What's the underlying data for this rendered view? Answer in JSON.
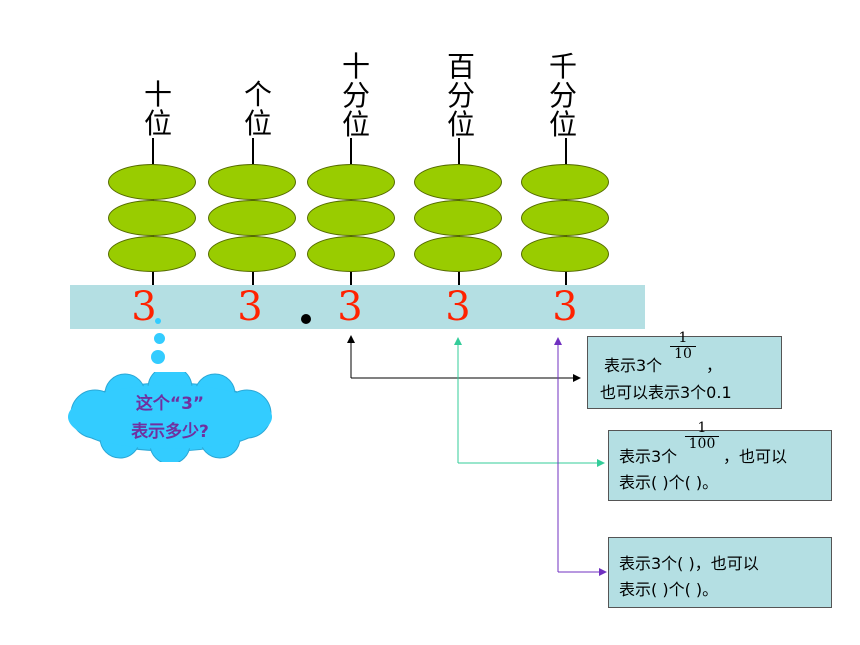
{
  "place_labels": [
    {
      "id": "tens",
      "text": "十\n位"
    },
    {
      "id": "ones",
      "text": "个\n位"
    },
    {
      "id": "tenths",
      "text": "十\n分\n位"
    },
    {
      "id": "hundredths",
      "text": "百\n分\n位"
    },
    {
      "id": "thousandths",
      "text": "千\n分\n位"
    }
  ],
  "digits": [
    "3",
    "3",
    "3",
    "3",
    "3"
  ],
  "cloud": {
    "line1": "这个“3”",
    "line2": "表示多少?"
  },
  "box1": {
    "line1_prefix": "表示3个",
    "fraction_num": "1",
    "fraction_den": "10",
    "line1_suffix": "，",
    "line2": "也可以表示3个0.1"
  },
  "box2": {
    "line1_prefix": "表示3个",
    "fraction_num": "1",
    "fraction_den": "100",
    "line1_suffix": "，也可以",
    "line2": "表示(    )个(     )。"
  },
  "box3": {
    "line1": "表示3个(     )，也可以",
    "line2": "表示(     )个(     )。"
  },
  "colors": {
    "bead": "#99cc00",
    "bar": "#b4dfe3",
    "digit": "#ff2200",
    "cloud": "#33ccff",
    "cloud_text": "#7030a0",
    "arrow1": "#000000",
    "arrow2": "#33cc99",
    "arrow3": "#7030c0"
  }
}
